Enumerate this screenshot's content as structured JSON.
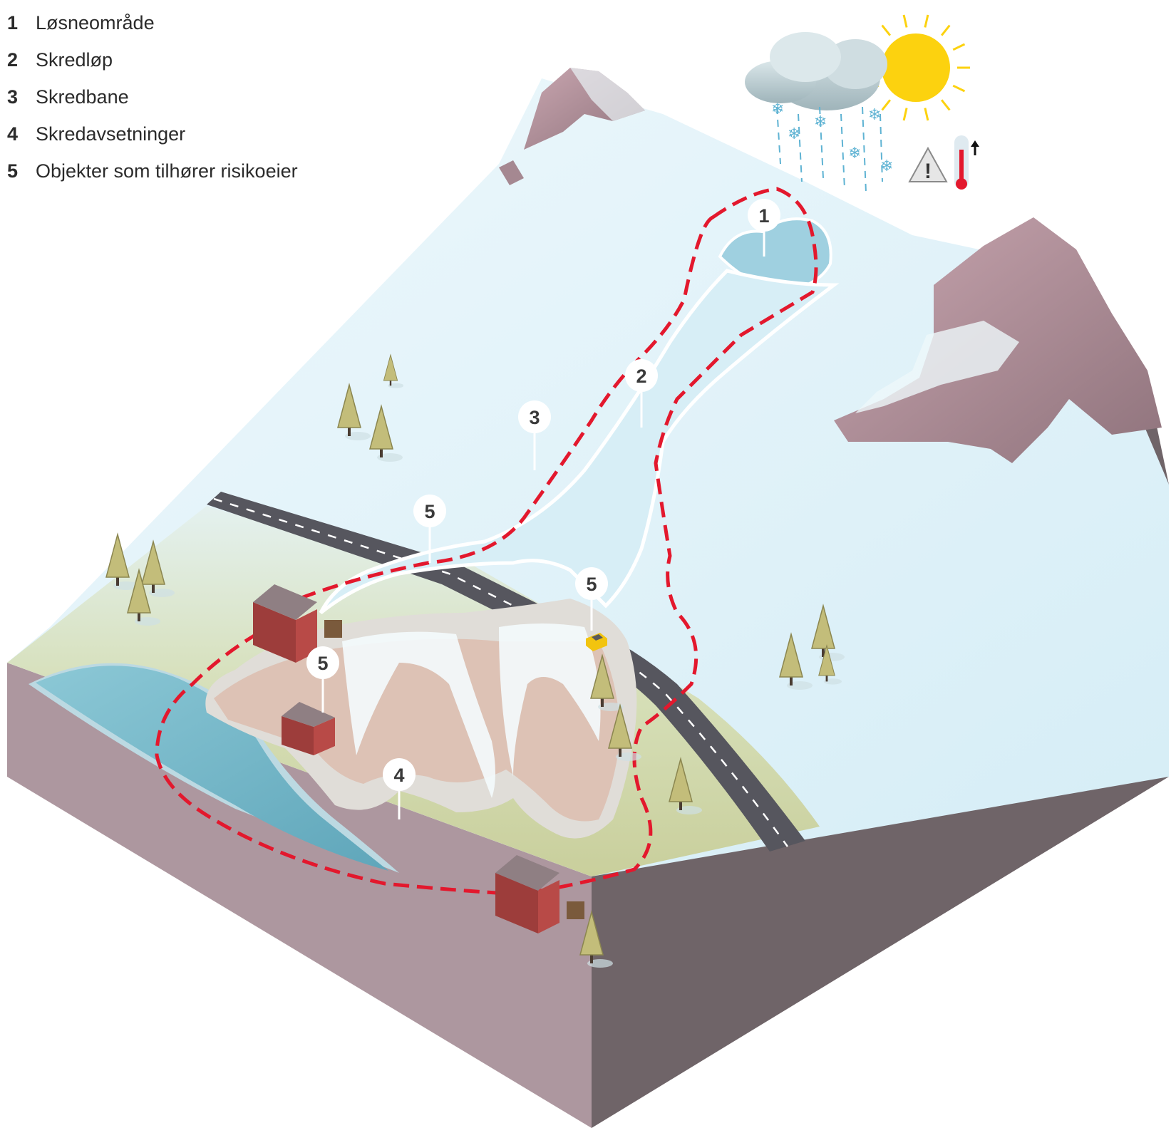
{
  "legend": [
    {
      "number": "1",
      "label": "Løsneområde"
    },
    {
      "number": "2",
      "label": "Skredløp"
    },
    {
      "number": "3",
      "label": "Skredbane"
    },
    {
      "number": "4",
      "label": "Skredavsetninger"
    },
    {
      "number": "5",
      "label": "Objekter som tilhører risikoeier"
    }
  ],
  "markers": {
    "release_area": "1",
    "avalanche_track": "2",
    "avalanche_path": "3",
    "deposits": "4",
    "object_road": "5",
    "object_car": "5",
    "object_house": "5"
  },
  "weather": {
    "warning_symbol": "!",
    "icons": [
      "cloud-icon",
      "sun-icon",
      "snowflake-icon",
      "warning-icon",
      "thermometer-icon",
      "arrow-up-icon"
    ]
  },
  "colors": {
    "hazard_outline": "#e3182d",
    "snow": "#e2f3fa",
    "rock": "#b9949f",
    "ground_side": "#ad979f",
    "right_side": "#6f6468",
    "water": "#78b7c8",
    "grass": "#ccd3a2",
    "sun": "#fcd20f",
    "house": "#b84a47"
  }
}
